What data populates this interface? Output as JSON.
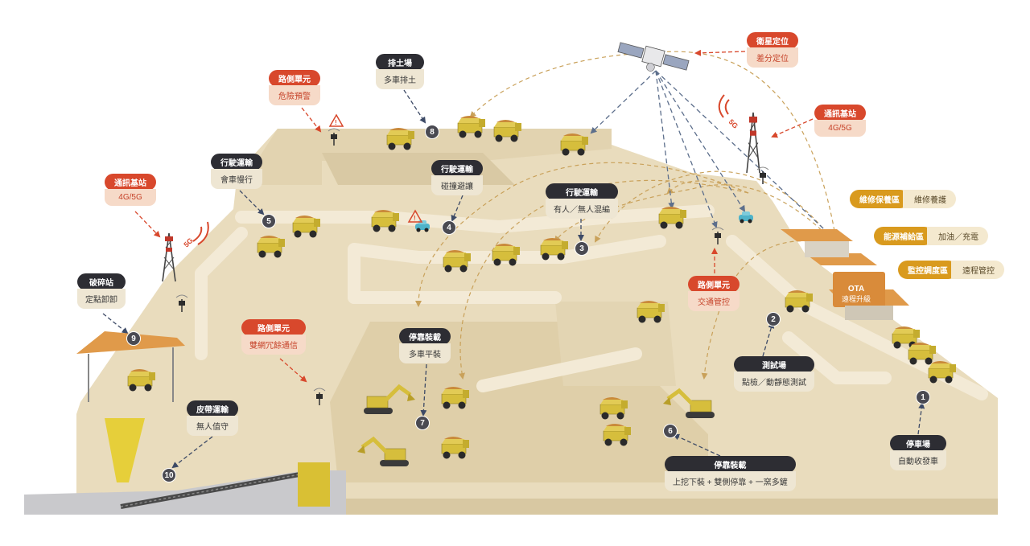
{
  "labels": {
    "dump_site": {
      "title": "排土場",
      "desc": "多車排土"
    },
    "roadside_1": {
      "title": "路側單元",
      "desc": "危險預警"
    },
    "drive_left": {
      "title": "行駛運輸",
      "desc": "會車慢行"
    },
    "drive_mid": {
      "title": "行駛運輸",
      "desc": "碰撞避讓"
    },
    "drive_right": {
      "title": "行駛運輸",
      "desc": "有人／無人混編"
    },
    "base_left": {
      "title": "通訊基站",
      "desc": "4G/5G"
    },
    "base_right": {
      "title": "通訊基站",
      "desc": "4G/5G"
    },
    "satellite": {
      "title": "衛星定位",
      "desc": "差分定位"
    },
    "crusher": {
      "title": "破碎站",
      "desc": "定點卸卸"
    },
    "roadside_2": {
      "title": "路側單元",
      "desc": "雙網冗餘通信"
    },
    "roadside_3": {
      "title": "路側單元",
      "desc": "交通管控"
    },
    "load_center": {
      "title": "停靠裝載",
      "desc": "多車平裝"
    },
    "belt": {
      "title": "皮帶運輸",
      "desc": "無人值守"
    },
    "test_site": {
      "title": "測試場",
      "desc": "點檢／動靜態測試"
    },
    "load_right": {
      "title": "停靠裝載",
      "desc": "上挖下裝 + 雙側停靠 + 一窯多鏟"
    },
    "parking": {
      "title": "停車場",
      "desc": "自動收發車"
    }
  },
  "side_panel": [
    {
      "name": "維修保養區",
      "value": "維修養護"
    },
    {
      "name": "能源補給區",
      "value": "加油／充電"
    },
    {
      "name": "監控調度區",
      "value": "遠程管控"
    }
  ],
  "ota": {
    "title": "OTA",
    "desc": "遠程升級"
  },
  "numbers": [
    "1",
    "2",
    "3",
    "4",
    "5",
    "6",
    "7",
    "8",
    "9",
    "10"
  ],
  "colors": {
    "terrain": "#e9dcbd",
    "terrain_shadow": "#d8c8a2",
    "road": "#f3ead6",
    "truck": "#d6be3c",
    "roof": "#e09a4a",
    "label_dark": "#2d2d33",
    "label_red": "#d8482c",
    "label_orange": "#d99a1e",
    "arrow_blue": "#5d6f8c",
    "arrow_gold": "#c9a15a"
  },
  "icons": [
    "satellite-icon",
    "tower-icon",
    "5g-signal-icon",
    "truck-icon",
    "excavator-icon",
    "car-icon",
    "warning-icon",
    "roadside-unit-icon",
    "crusher-building-icon",
    "conveyor-belt-icon"
  ],
  "signal_text": "5G"
}
